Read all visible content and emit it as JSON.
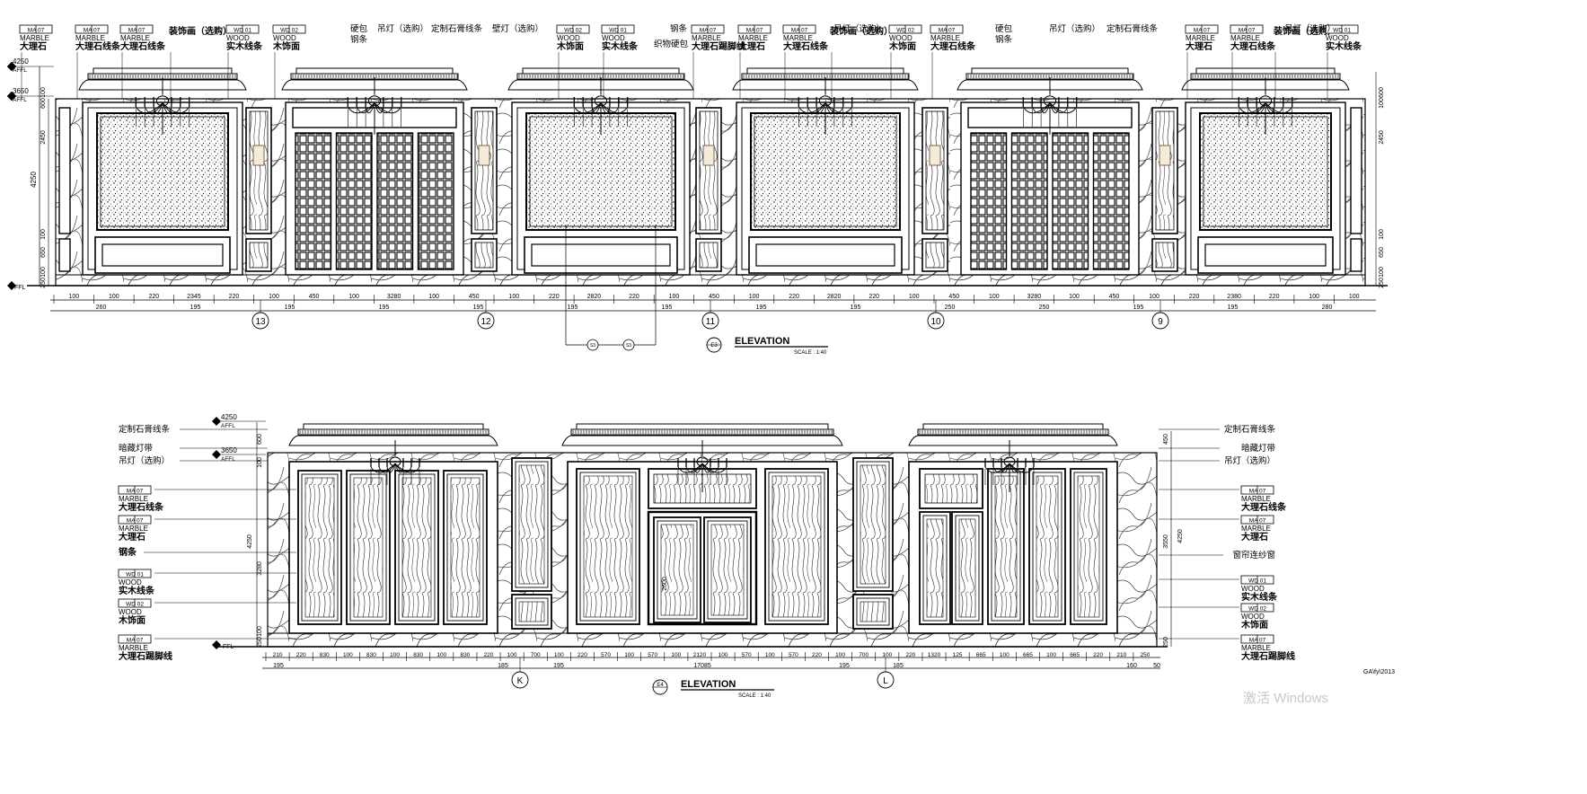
{
  "top": {
    "title": "ELEVATION",
    "scale": "SCALE :   1:40",
    "sheet_id": "E3",
    "levels": [
      "4250",
      "AFFL",
      "3650",
      "AFFL",
      "FFL"
    ],
    "height_dims": [
      "4250",
      "100",
      "600",
      "2450",
      "100",
      "650",
      "100",
      "250"
    ],
    "right_height_dims": [
      "600",
      "100",
      "2450",
      "100",
      "650",
      "100",
      "250"
    ],
    "dims_row1": [
      "100",
      "100",
      "220",
      "2345",
      "220",
      "100",
      "450",
      "100",
      "3280",
      "100",
      "450",
      "100",
      "220",
      "2820",
      "220",
      "100",
      "450",
      "100",
      "220",
      "2820",
      "220",
      "100",
      "450",
      "100",
      "3280",
      "100",
      "450",
      "100",
      "220",
      "2380",
      "220",
      "100",
      "100"
    ],
    "dims_row2": [
      "260",
      "195",
      "195",
      "195",
      "195",
      "195",
      "195",
      "195",
      "195",
      "250",
      "250",
      "195",
      "195",
      "280"
    ],
    "axes": [
      "13",
      "12",
      "11",
      "10",
      "9"
    ],
    "section_marks": [
      "S3",
      "S3"
    ],
    "tags": [
      {
        "code": "MA  07",
        "en": "MARBLE",
        "cn": "大理石"
      },
      {
        "code": "MA  07",
        "en": "MARBLE",
        "cn": "大理石线条"
      },
      {
        "code": "MA  07",
        "en": "MARBLE",
        "cn": "大理石线条"
      },
      {
        "code": "",
        "en": "",
        "cn": "装饰画（选购）"
      },
      {
        "code": "WD  01",
        "en": "WOOD",
        "cn": "实木线条"
      },
      {
        "code": "WD  02",
        "en": "WOOD",
        "cn": "木饰面"
      },
      {
        "code": "WD  02",
        "en": "WOOD",
        "cn": "木饰面"
      },
      {
        "code": "WD  01",
        "en": "WOOD",
        "cn": "实木线条"
      },
      {
        "code": "MA  07",
        "en": "MARBLE",
        "cn": "大理石踢脚线"
      },
      {
        "code": "MA  07",
        "en": "MARBLE",
        "cn": "大理石"
      },
      {
        "code": "MA  07",
        "en": "MARBLE",
        "cn": "大理石线条"
      },
      {
        "code": "",
        "en": "",
        "cn": "装饰画（选购）"
      },
      {
        "code": "WD  02",
        "en": "WOOD",
        "cn": "木饰面"
      },
      {
        "code": "MA  07",
        "en": "MARBLE",
        "cn": "大理石线条"
      },
      {
        "code": "MA  07",
        "en": "MARBLE",
        "cn": "大理石"
      },
      {
        "code": "MA  07",
        "en": "MARBLE",
        "cn": "大理石线条"
      },
      {
        "code": "",
        "en": "",
        "cn": "装饰画（选购）"
      },
      {
        "code": "WD  01",
        "en": "WOOD",
        "cn": "实木线条"
      }
    ],
    "notes": [
      "硬包",
      "钢条",
      "吊灯（选购）",
      "定制石膏线条",
      "壁灯（选购）",
      "钢条",
      "织物硬包",
      "吊灯（选购）",
      "硬包",
      "钢条",
      "吊灯（选购）",
      "定制石膏线条",
      "吊灯（选购）"
    ]
  },
  "bottom": {
    "title": "ELEVATION",
    "scale": "SCALE :   1:40",
    "sheet_id": "E4",
    "levels": [
      "4250",
      "AFFL",
      "3650",
      "AFFL",
      "FFL"
    ],
    "height_dims": [
      "600",
      "100",
      "4250",
      "3280",
      "100",
      "250"
    ],
    "right_height_dims": [
      "450",
      "3550",
      "4250",
      "250"
    ],
    "left_notes": [
      "定制石膏线条",
      "暗藏灯带",
      "吊灯（选购）"
    ],
    "left_tags": [
      {
        "code": "MA  07",
        "en": "MARBLE",
        "cn": "大理石线条"
      },
      {
        "code": "MA  07",
        "en": "MARBLE",
        "cn": "大理石"
      },
      {
        "code": "",
        "en": "",
        "cn": "钢条"
      },
      {
        "code": "WD  01",
        "en": "WOOD",
        "cn": "实木线条"
      },
      {
        "code": "WD  02",
        "en": "WOOD",
        "cn": "木饰面"
      },
      {
        "code": "MA  07",
        "en": "MARBLE",
        "cn": "大理石踢脚线"
      }
    ],
    "right_notes": [
      "定制石膏线条",
      "暗藏灯带",
      "吊灯（选购）"
    ],
    "right_tags": [
      {
        "code": "MA  07",
        "en": "MARBLE",
        "cn": "大理石线条"
      },
      {
        "code": "MA  07",
        "en": "MARBLE",
        "cn": "大理石"
      },
      {
        "code": "",
        "en": "",
        "cn": "窗帘连纱窗"
      },
      {
        "code": "WD  01",
        "en": "WOOD",
        "cn": "实木线条"
      },
      {
        "code": "WD  02",
        "en": "WOOD",
        "cn": "木饰面"
      },
      {
        "code": "MA  07",
        "en": "MARBLE",
        "cn": "大理石踢脚线"
      }
    ],
    "dims_row1": [
      "210",
      "220",
      "830",
      "100",
      "830",
      "100",
      "830",
      "100",
      "830",
      "220",
      "100",
      "700",
      "100",
      "220",
      "570",
      "100",
      "570",
      "100",
      "2120",
      "100",
      "570",
      "100",
      "570",
      "220",
      "100",
      "700",
      "100",
      "220",
      "1320",
      "125",
      "665",
      "100",
      "665",
      "100",
      "665",
      "220",
      "210",
      "250"
    ],
    "dims_row2": [
      "195",
      "185",
      "195",
      "17085",
      "195",
      "185",
      "160",
      "50"
    ],
    "door_dim": "2600",
    "axes": [
      "K",
      "L"
    ],
    "corner_note": "GA\\fy\\2013",
    "watermark": "激活 Windows"
  }
}
